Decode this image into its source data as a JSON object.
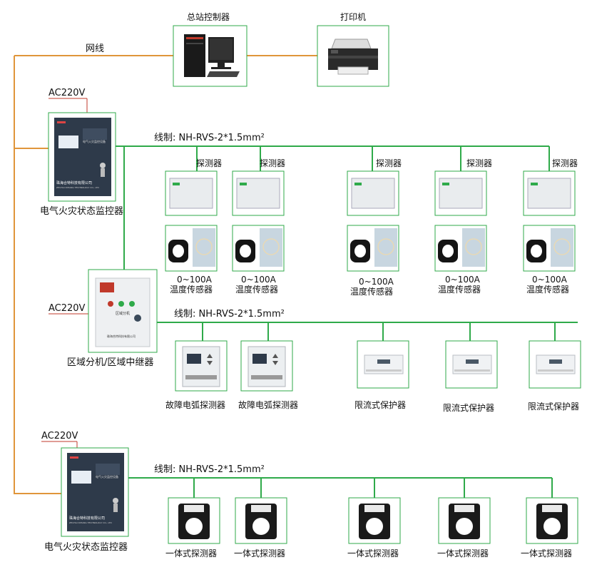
{
  "top": {
    "controller_label": "总站控制器",
    "printer_label": "打印机",
    "network_label": "网线"
  },
  "monitor1": {
    "power_label": "AC220V",
    "panel_company": "珠海合特科技有限公司",
    "panel_company_en": "ZHUHAI DIHANG TECHNOLOGY CO., LTD",
    "panel_title": "电气火灾监控设备",
    "name_label": "电气火灾状态监控器",
    "wire_label": "线制: NH-RVS-2*1.5mm²",
    "detectors": [
      {
        "tag": "探测器",
        "sensor_range": "0~100A",
        "sensor_label": "温度传感器"
      },
      {
        "tag": "探测器",
        "sensor_range": "0~100A",
        "sensor_label": "温度传感器"
      },
      {
        "tag": "探测器",
        "sensor_range": "0~100A",
        "sensor_label": "温度传感器"
      },
      {
        "tag": "探测器",
        "sensor_range": "0~100A",
        "sensor_label": "温度传感器"
      },
      {
        "tag": "探测器",
        "sensor_range": "0~100A",
        "sensor_label": "温度传感器"
      }
    ]
  },
  "zone": {
    "power_label": "AC220V",
    "panel_title": "区域分机",
    "panel_company": "珠海合特科技有限公司",
    "name_label": "区域分机/区域中继器",
    "wire_label": "线制: NH-RVS-2*1.5mm²",
    "devices": [
      {
        "label": "故障电弧探测器"
      },
      {
        "label": "故障电弧探测器"
      },
      {
        "label": "限流式保护器"
      },
      {
        "label": "限流式保护器"
      },
      {
        "label": "限流式保护器"
      }
    ]
  },
  "monitor2": {
    "power_label": "AC220V",
    "panel_company": "珠海合特科技有限公司",
    "panel_company_en": "ZHUHAI DIHANG TECHNOLOGY CO., LTD",
    "panel_title": "电气火灾监控设备",
    "name_label": "电气火灾状态监控器",
    "wire_label": "线制: NH-RVS-2*1.5mm²",
    "detectors": [
      {
        "label": "一体式探测器"
      },
      {
        "label": "一体式探测器"
      },
      {
        "label": "一体式探测器"
      },
      {
        "label": "一体式探测器"
      },
      {
        "label": "一体式探测器"
      }
    ]
  },
  "colors": {
    "bus_line": "#2faa4a",
    "network_line": "#e0953a",
    "power_line": "#c0392b",
    "panel_dark": "#2e3a4a"
  }
}
